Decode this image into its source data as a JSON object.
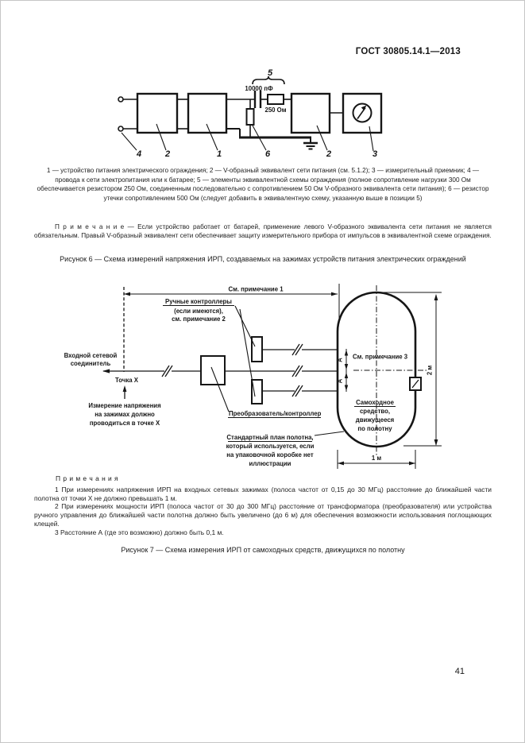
{
  "header": {
    "doc_number": "ГОСТ 30805.14.1—2013"
  },
  "figure6": {
    "diagram": {
      "brace_label": "5",
      "capacitor_label": "10000 пФ",
      "resistor_label": "250 Ом",
      "callouts": [
        "4",
        "2",
        "1",
        "6",
        "2",
        "3"
      ]
    },
    "legend": "1 — устройство питания электрического ограждения; 2 — V-образный эквивалент сети питания (см. 5.1.2); 3 — измерительный приемник; 4 — провода к сети электропитания или к батарее; 5 — элементы эквивалентной схемы ограждения (полное сопротивление нагрузки 300 Ом обеспечивается резистором 250 Ом, соединенным последовательно с сопротивлением 50 Ом V-образного эквивалента сети питания); 6 — резистор утечки сопротивлением 500 Ом (следует добавить в эквивалентную схему, указанную выше в позиции 5)",
    "note": "П р и м е ч а н и е — Если устройство работает от батарей, применение левого V-образного эквивалента сети питания не является обязательным. Правый V-образный эквивалент сети обеспечивает защиту измерительного прибора от импульсов в эквивалентной схеме ограждения.",
    "caption": "Рисунок 6 — Схема измерений напряжения ИРП, создаваемых на зажимах устройств питания электрических ограждений"
  },
  "figure7": {
    "labels": {
      "see_note_1": "См. примечание 1",
      "hand_controllers": [
        "Ручные контроллеры",
        "(если имеются),",
        "см. примечание 2"
      ],
      "input_connector": [
        "Входной сетевой",
        "соединитель"
      ],
      "point_x": "Точка X",
      "measurement_note": [
        "Измерение напряжения",
        "на зажимах должно",
        "проводиться в точке X"
      ],
      "converter": "Преобразователь/контроллер",
      "see_note_3": "См. примечание 3",
      "dim_a": "А",
      "self_propelled": [
        "Самоходное",
        "средство,",
        "движущееся",
        "по полотну"
      ],
      "standard_plan": [
        "Стандартный план полотна,",
        "который используется, если",
        "на упаковочной коробке нет",
        "иллюстрации"
      ],
      "dim_2m": "2 м",
      "dim_1m": "1 м"
    },
    "notes_title": "П р и м е ч а н и я",
    "notes": [
      "1 При измерениях напряжения ИРП на входных сетевых зажимах (полоса частот от 0,15 до 30 МГц) расстояние до ближайшей части полотна от точки X не должно превышать 1 м.",
      "2 При измерениях мощности ИРП (полоса частот от 30 до 300 МГц) расстояние от трансформатора (преобразователя) или устройства ручного управления до ближайшей части полотна должно быть увеличено (до 6 м) для обеспечения возможности использования поглощающих клещей.",
      "3 Расстояние А (где это возможно) должно быть 0,1 м."
    ],
    "caption": "Рисунок 7 — Схема измерения ИРП от самоходных средств, движущихся по полотну"
  },
  "page_number": "41"
}
